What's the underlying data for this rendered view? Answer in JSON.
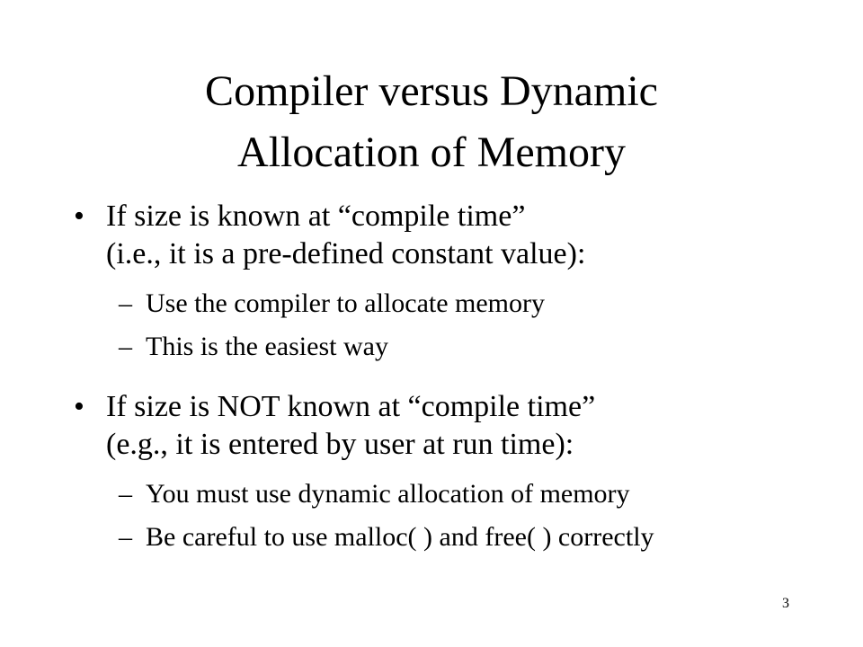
{
  "title": {
    "line1": "Compiler versus Dynamic",
    "line2": "Allocation of Memory"
  },
  "bullet_symbol": "•",
  "dash_symbol": "–",
  "bullets": [
    {
      "line1": "If size is known at “compile time”",
      "line2": "(i.e., it is a pre-defined constant value):",
      "subs": [
        "Use the compiler to allocate memory",
        "This is the easiest way"
      ]
    },
    {
      "line1": "If size is NOT known at “compile time”",
      "line2": "(e.g., it is entered by user at run time):",
      "subs": [
        "You must use dynamic allocation of memory",
        "Be careful to use malloc( ) and free( ) correctly"
      ]
    }
  ],
  "page_number": "3"
}
